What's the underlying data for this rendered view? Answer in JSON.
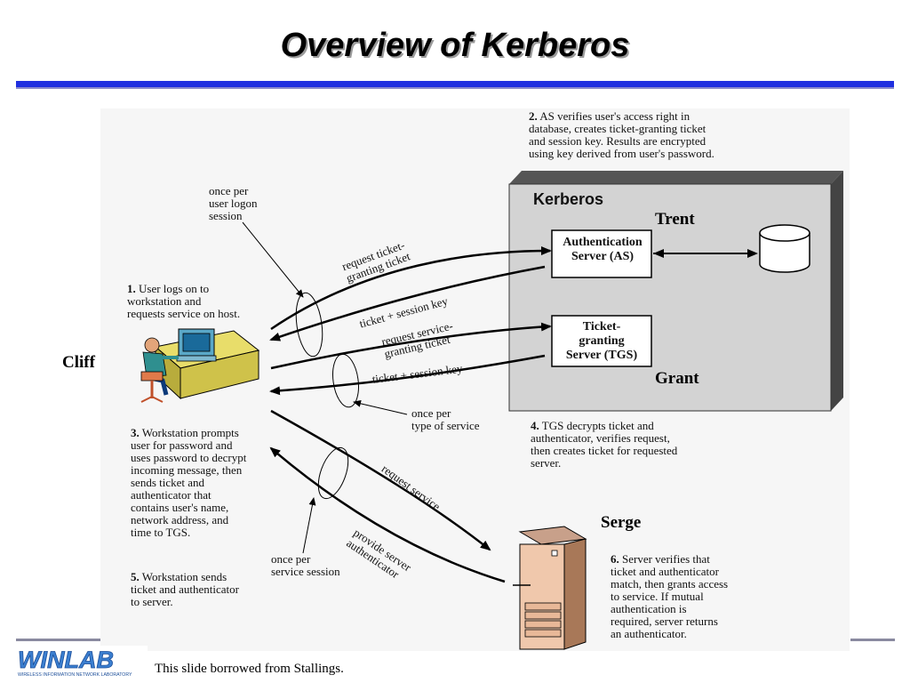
{
  "slide": {
    "title": "Overview of Kerberos",
    "footer": "This slide borrowed from Stallings.",
    "logo_text": "WINLAB",
    "logo_subtext": "WIRELESS INFORMATION NETWORK LABORATORY"
  },
  "people": {
    "cliff": "Cliff",
    "trent": "Trent",
    "grant": "Grant",
    "serge": "Serge"
  },
  "kerberos": {
    "title": "Kerberos",
    "as_line1": "Authentication",
    "as_line2": "Server (AS)",
    "tgs_line1": "Ticket-",
    "tgs_line2": "granting",
    "tgs_line3": "Server (TGS)"
  },
  "steps": {
    "s1_num": "1.",
    "s1_lines": [
      "User logs on to",
      "workstation and",
      "requests service on host."
    ],
    "s2_num": "2.",
    "s2_lines": [
      "AS verifies user's access right in",
      "database, creates ticket-granting ticket",
      "and session key. Results are encrypted",
      "using key derived from user's password."
    ],
    "s3_num": "3.",
    "s3_lines": [
      "Workstation prompts",
      "user for password and",
      "uses password to decrypt",
      "incoming message, then",
      "sends ticket and",
      "authenticator that",
      "contains user's name,",
      "network address, and",
      "time to TGS."
    ],
    "s4_num": "4.",
    "s4_lines": [
      "TGS decrypts ticket and",
      "authenticator, verifies request,",
      "then creates ticket for requested",
      "server."
    ],
    "s5_num": "5.",
    "s5_lines": [
      "Workstation sends",
      "ticket and authenticator",
      "to server."
    ],
    "s6_num": "6.",
    "s6_lines": [
      "Server verifies that",
      "ticket and authenticator",
      "match, then grants access",
      "to service. If mutual",
      "authentication is",
      "required, server returns",
      "an authenticator."
    ]
  },
  "notes": {
    "once_logon": [
      "once per",
      "user logon",
      "session"
    ],
    "once_service_type": [
      "once per",
      "type of service"
    ],
    "once_service_session": [
      "once per",
      "service session"
    ]
  },
  "arrows": {
    "req_tgt_1": "request ticket-",
    "req_tgt_2": "granting ticket",
    "ticket_key_1": "ticket + session key",
    "req_sgt_1": "request service-",
    "req_sgt_2": "granting ticket",
    "ticket_key_2": "ticket + session key",
    "req_service": "request service",
    "provide_1": "provide server",
    "provide_2": "authenticator"
  }
}
